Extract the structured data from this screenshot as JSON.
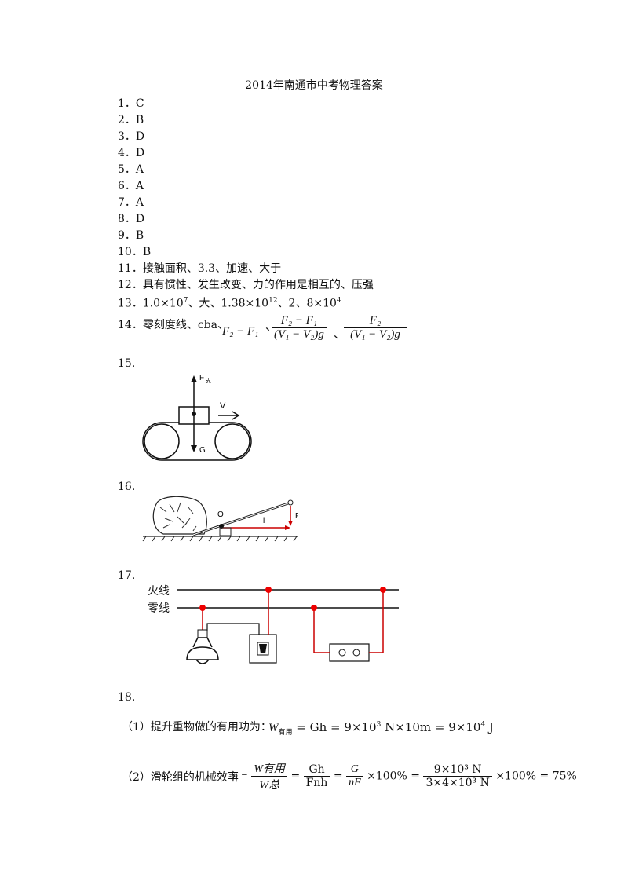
{
  "title": "2014年南通市中考物理答案",
  "answers": [
    "1．C",
    "2．B",
    "3．D",
    "4．D",
    "5．A",
    "6．A",
    "7．A",
    "8．D",
    "9．B",
    "10．B",
    "11．接触面积、3.3、加速、大于",
    "12．具有惯性、发生改变、力的作用是相互的、压强"
  ],
  "q13": {
    "num": "13．",
    "a": "1.0×10",
    "e1": "7",
    "b": "、大、1.38×10",
    "e2": "12",
    "c": "、2、8×10",
    "e3": "4"
  },
  "q14": {
    "prefix": "14．零刻度线、cba、",
    "expr1": "F₂ − F₁",
    "sep": "、",
    "num2": "F₂ − F₁",
    "den2": "(V₁ − V₂)g",
    "num3": "F₂",
    "den3": "(V₁ − V₂)g"
  },
  "q15": {
    "label": "15.",
    "force_up": "F",
    "force_up_sub": "支",
    "force_down": "G",
    "velocity": "V"
  },
  "q16": {
    "label": "16.",
    "pivot": "O",
    "arm": "l",
    "force": "F"
  },
  "q17": {
    "label": "17.",
    "live_wire": "火线",
    "neutral_wire": "零线"
  },
  "q18": {
    "label": "18.",
    "p1_text": "（1）提升重物做的有用功为：",
    "p1_W": "W",
    "p1_Wsub": "有用",
    "p1_rest": "= Gh = 9×10",
    "p1_e1": "3",
    "p1_rest2": " N×10m = 9×10",
    "p1_e2": "4",
    "p1_rest3": " J",
    "p2_text": "（2）滑轮组的机械效率",
    "eta": "η =",
    "f1n": "W有用",
    "f1d": "W总",
    "f2n": "Gh",
    "f2d": "Fnh",
    "f3n": "G",
    "f3d": "nF",
    "pct": "×100% =",
    "f4n": "9×10³ N",
    "f4d": "3×4×10³ N",
    "tail": "×100% = 75%"
  }
}
